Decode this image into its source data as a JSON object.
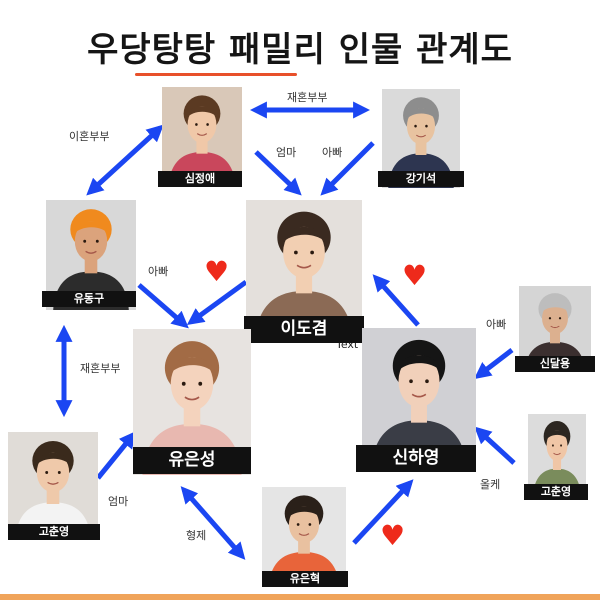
{
  "title": "우당탕탕 패밀리 인물 관계도",
  "colors": {
    "arrow": "#1b46f2",
    "heart": "#ee2a1b",
    "underline": "#e8502a",
    "bottom_bar": "#f0a45a"
  },
  "people": {
    "sim_jeongae": {
      "name": "심정애",
      "bg": "#d9c8b8",
      "skin": "#f0c8a8",
      "hair": "#5b3a22",
      "shirt": "#c9475c"
    },
    "kang_giseok": {
      "name": "강기석",
      "bg": "#dadada",
      "skin": "#e8c3a0",
      "hair": "#8d8d8d",
      "shirt": "#2d3550"
    },
    "yu_donggu": {
      "name": "유동구",
      "bg": "#d8d8d8",
      "skin": "#dba37c",
      "hair": "#f08a1e",
      "shirt": "#2c2c2c"
    },
    "lee_dogyeom": {
      "name": "이도겸",
      "bg": "#e4e0dc",
      "skin": "#f2cfb2",
      "hair": "#3a2a20",
      "shirt": "#8b6a55"
    },
    "sin_dalyong": {
      "name": "신달용",
      "bg": "#d5d5d5",
      "skin": "#dcb08f",
      "hair": "#bdbdbd",
      "shirt": "#3b2f2f"
    },
    "yu_eunseong": {
      "name": "유은성",
      "bg": "#e7e3e0",
      "skin": "#f4d3bd",
      "hair": "#a26b45",
      "shirt": "#e8b8b0"
    },
    "sin_hayeong": {
      "name": "신하영",
      "bg": "#d0d0d4",
      "skin": "#f1d0ba",
      "hair": "#151515",
      "shirt": "#3a3d46"
    },
    "go_chunyeong_left": {
      "name": "고춘영",
      "bg": "#e0dcd7",
      "skin": "#efc9aa",
      "hair": "#3a2a1c",
      "shirt": "#f3f3f3"
    },
    "go_chunyeong_right": {
      "name": "고춘영",
      "bg": "#dcdcdc",
      "skin": "#f0c6a6",
      "hair": "#2c2620",
      "shirt": "#7a8c5c"
    },
    "yu_eunhyeok": {
      "name": "유은혁",
      "bg": "#e5e5e5",
      "skin": "#e9c1a0",
      "hair": "#2a2019",
      "shirt": "#e8643a"
    }
  },
  "labels": {
    "remarried_top": "재혼부부",
    "divorced": "이혼부부",
    "mom_top": "엄마",
    "dad_top": "아빠",
    "dad_left": "아빠",
    "remarried_left": "재혼부부",
    "dad_right": "아빠",
    "mom_bottom": "엄마",
    "siblings": "형제",
    "olke": "올케"
  },
  "stray_text": "Text"
}
